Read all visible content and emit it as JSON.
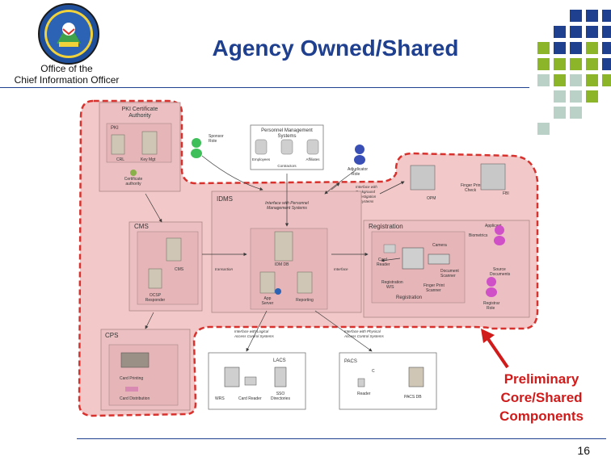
{
  "header": {
    "title": "Agency Owned/Shared",
    "office_line1": "Office of the",
    "office_line2": "Chief Information Officer",
    "seal_icon": "doe-seal-icon"
  },
  "colors": {
    "navy": "#1f3f8f",
    "green": "#8db52a",
    "light": "#b9d1c7",
    "region_fill": "#f3c8c8",
    "region_border": "#d8322e",
    "annot_red": "#d11a1a"
  },
  "diagram": {
    "pki": {
      "title_1": "PKI Certificate",
      "title_2": "Authority",
      "sub": "PKI",
      "crl": "CRL",
      "key_mgt": "Key Mgt",
      "cert_1": "Certificate",
      "cert_2": "authority"
    },
    "personnel": {
      "title_1": "Personnel Management",
      "title_2": "Systems",
      "employees": "Employees",
      "affiliates": "Affiliates",
      "contractors": "Contractors"
    },
    "sponsor_1": "Sponsor",
    "sponsor_2": "Role",
    "adjudicator_1": "Adjudicator",
    "adjudicator_2": "Role",
    "bg_iface_1": "Interface with",
    "bg_iface_2": "Background",
    "bg_iface_3": "Investigation",
    "bg_iface_4": "Systems",
    "fingerprint_1": "Finger Print",
    "fingerprint_2": "Check",
    "opm": "OPM",
    "fbi": "FBI",
    "idms": {
      "title": "IDMS",
      "iface_1": "Interface with Personnel",
      "iface_2": "Management Systems",
      "idm_db": "IDM DB",
      "app_server_1": "App",
      "app_server_2": "Server",
      "reporting": "Reporting"
    },
    "cms": {
      "title": "CMS",
      "label": "CMS",
      "ocsp_1": "OCSP",
      "ocsp_2": "Responder"
    },
    "transaction": "transaction",
    "interface_short": "Interface",
    "registration": {
      "title": "Registration",
      "applicant": "Applicant",
      "camera": "Camera",
      "card_reader_1": "Card",
      "card_reader_2": "Reader",
      "biometrics": "Biometrics",
      "document_scanner_1": "Document",
      "document_scanner_2": "Scanner",
      "source_docs_1": "Source",
      "source_docs_2": "Documents",
      "reg_ws_1": "Registration",
      "reg_ws_2": "W/S",
      "fp_scanner_1": "Finger Print",
      "fp_scanner_2": "Scanner",
      "reg_label": "Registration",
      "registrar_1": "Registrar",
      "registrar_2": "Role"
    },
    "cps": {
      "title": "CPS",
      "card_printing": "Card Printing",
      "card_distribution": "Card Distribution"
    },
    "logical_iface_1": "Interface with Logical",
    "logical_iface_2": "Access Control Systems",
    "physical_iface_1": "Interface with Physical",
    "physical_iface_2": "Access Control Systems",
    "lacs": {
      "title": "LACS",
      "wrs": "WRS",
      "card_reader": "Card Reader",
      "sso_1": "SSO",
      "sso_2": "Directories"
    },
    "pacs": {
      "title": "PACS",
      "c": "C",
      "reader": "Reader",
      "pacs_db": "PACS DB"
    }
  },
  "annotation": {
    "line1": "Preliminary",
    "line2": "Core/Shared",
    "line3": "Components"
  },
  "page_number": "16"
}
